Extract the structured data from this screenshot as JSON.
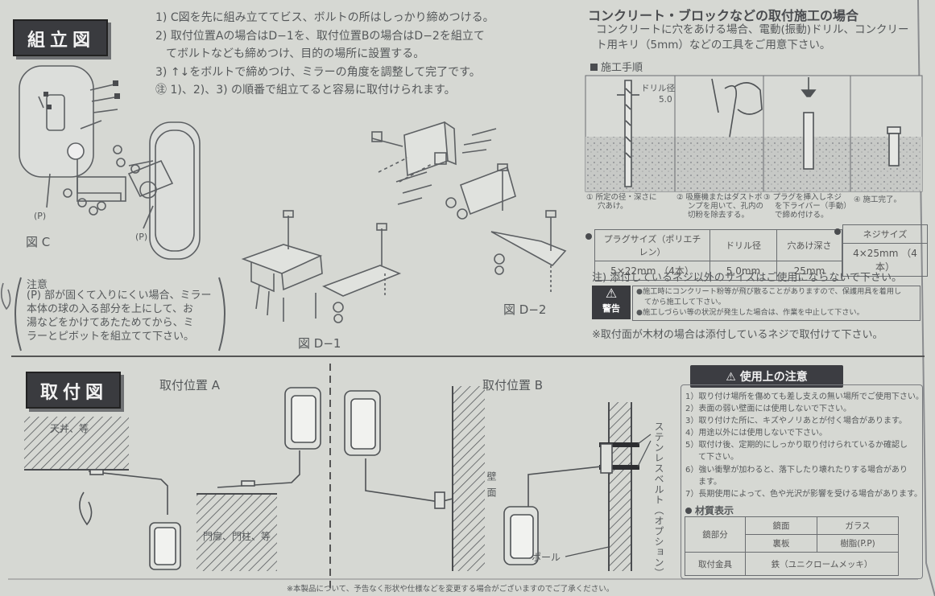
{
  "assembly": {
    "header": "組立図",
    "steps": [
      "1) C図を先に組み立ててビス、ボルトの所はしっかり締めつける。",
      "2) 取付位置Aの場合はD−1を、取付位置Bの場合はD−2を組立て",
      "てボルトなども締めつけ、目的の場所に設置する。",
      "3) ↑↓をボルトで締めつけ、ミラーの角度を調整して完了です。",
      "㊟ 1)、2)、3) の順番で組立てると容易に取付けられます。"
    ],
    "fig_c": "図 C",
    "fig_d1": "図 D−1",
    "fig_d2": "図 D−2",
    "p_label": "(P)",
    "caution_title": "注意",
    "caution_lines": [
      "(P) 部が固くて入りにくい場合、ミラー",
      "本体の球の入る部分を上にして、お",
      "湯などをかけてあたためてから、ミ",
      "ラーとピボットを組立てて下さい。"
    ]
  },
  "concrete": {
    "title": "コンクリート・ブロックなどの取付施工の場合",
    "sub_lines": [
      "コンクリートに穴をあける場合、電動(振動)ドリル、コンクリー",
      "ト用キリ（5mm）などの工具をご用意下さい。"
    ],
    "procedure": "施工手順",
    "drill_label": "ドリル径",
    "drill_value": "5.0",
    "steps": [
      [
        "① 所定の径・深さに",
        "穴あけ。"
      ],
      [
        "② 吸塵機またはダストポ",
        "ンプを用いて、孔内の",
        "切粉を除去する。"
      ],
      [
        "③ プラグを挿入しネジ",
        "を下ライバー（手動）",
        "で締め付ける。"
      ],
      [
        "④ 施工完了。"
      ]
    ],
    "table_headers": [
      "プラグサイズ（ポリエチレン）",
      "ドリル径",
      "穴あけ深さ"
    ],
    "table_values": [
      "5×22mm （4本）",
      "5.0mm",
      "25mm"
    ],
    "screw_header": "ネジサイズ",
    "screw_value": "4×25mm （4本）",
    "note": "注) 添付しているネジ以外のサイズはご使用にならないで下さい。",
    "warning_label": "警告",
    "warning_lines": [
      "●施工時にコンクリート粉等が飛び散ることがありますので、保護用具を着用し",
      "てから施工して下さい。",
      "●施工しづらい等の状況が発生した場合は、作業を中止して下さい。"
    ],
    "wood_note": "※取付面が木材の場合は添付しているネジで取付けて下さい。"
  },
  "mounting": {
    "header": "取付図",
    "pos_a": "取付位置 A",
    "pos_b": "取付位置 B",
    "ceiling": "天井、等",
    "gate": "門扉、門柱、等",
    "wall": "壁面",
    "pole": "ポール",
    "stainless": "ステンレスベルト（オプション）"
  },
  "usage": {
    "title": "使用上の注意",
    "items": [
      "1）取り付け場所を傷めても差し支えの無い場所でご使用下さい。",
      "2）表面の弱い壁面には使用しないで下さい。",
      "3）取り付けた所に、キズやノリあとが付く場合があります。",
      "4）用途以外には使用しないで下さい。",
      "5）取付け後、定期的にしっかり取り付けられているか確認し",
      "て下さい。",
      "6）強い衝撃が加わると、落下したり壊れたりする場合があり",
      "ます。",
      "7）長期使用によって、色や光沢が影響を受ける場合があります。"
    ],
    "material_title": "材質表示",
    "mat_mirror_part": "鏡部分",
    "mat_mirror": "鏡面",
    "mat_glass": "ガラス",
    "mat_back": "裏板",
    "mat_resin": "樹脂(P.P)",
    "mat_fitting": "取付金具",
    "mat_iron": "鉄（ユニクロームメッキ）"
  },
  "footer": "※本製品について、予告なく形状や仕様などを変更する場合がございますのでご了承ください。"
}
